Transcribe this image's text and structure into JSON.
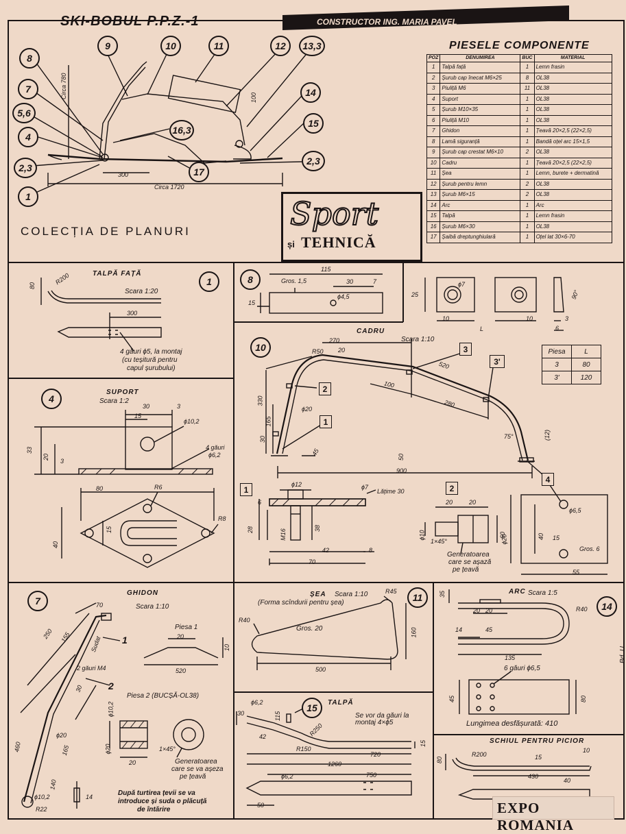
{
  "header": {
    "title": "SKI-BOBUL P.P.Z.-1",
    "constructor": "CONSTRUCTOR ING. MARIA PAVEL"
  },
  "overview": {
    "callouts": [
      "8",
      "9",
      "10",
      "11",
      "12",
      "13,3",
      "7",
      "5,6",
      "4",
      "2,3",
      "1",
      "16,3",
      "14",
      "15",
      "2,3",
      "17"
    ],
    "dims": {
      "height": "Circa 780",
      "len300": "300",
      "total": "Circa 1720",
      "d100": "100"
    },
    "collection": "COLECȚIA DE PLANURI"
  },
  "parts_table": {
    "title": "PIESELE COMPONENTE",
    "headers": [
      "POZ",
      "DENUMIREA",
      "BUC",
      "MATERIAL"
    ],
    "rows": [
      [
        "1",
        "Talpă față",
        "1",
        "Lemn frasin"
      ],
      [
        "2",
        "Șurub cap înecat M6×25",
        "8",
        "OL38"
      ],
      [
        "3",
        "Piuliță M6",
        "11",
        "OL38"
      ],
      [
        "4",
        "Suport",
        "1",
        "OL38"
      ],
      [
        "5",
        "Șurub M10×35",
        "1",
        "OL38"
      ],
      [
        "6",
        "Piuliță M10",
        "1",
        "OL38"
      ],
      [
        "7",
        "Ghidon",
        "1",
        "Țeavă 20×2,5 (22×2,5)"
      ],
      [
        "8",
        "Lamă siguranță",
        "1",
        "Bandă oțel arc 15×1,5"
      ],
      [
        "9",
        "Șurub cap crestat M6×10",
        "2",
        "OL38"
      ],
      [
        "10",
        "Cadru",
        "1",
        "Țeavă 20×2,5 (22×2,5)"
      ],
      [
        "11",
        "Șea",
        "1",
        "Lemn, burete + dermatină"
      ],
      [
        "12",
        "Șurub pentru lemn",
        "2",
        "OL38"
      ],
      [
        "13",
        "Șurub M6×15",
        "2",
        "OL38"
      ],
      [
        "14",
        "Arc",
        "1",
        "Arc"
      ],
      [
        "15",
        "Talpă",
        "1",
        "Lemn frasin"
      ],
      [
        "16",
        "Șurub M6×30",
        "1",
        "OL38"
      ],
      [
        "17",
        "Șaibă dreptunghiulară",
        "1",
        "Oțel lat 30×6-70"
      ]
    ]
  },
  "logo": {
    "sport": "Sport",
    "si": "și",
    "tehnica": "TEHNICĂ"
  },
  "panel_talpa_fata": {
    "num": "1",
    "title": "TALPĂ FAȚĂ",
    "scale": "Scara 1:20",
    "r": "R200",
    "h": "80",
    "len": "300",
    "note1": "4 găuri ϕ5, la montaj",
    "note2": "(cu teșitură pentru",
    "note3": "capul șurubului)"
  },
  "panel_lama": {
    "num": "8",
    "len": "115",
    "gros": "Gros. 1,5",
    "d30": "30",
    "d7": "7",
    "hole": "ϕ4,5",
    "h": "15"
  },
  "panel_saiba": {
    "d25": "25",
    "hole": "ϕ7",
    "d10a": "10",
    "L": "L",
    "d10b": "10",
    "d6": "6",
    "d3": "3",
    "ang": "90°"
  },
  "piesa_table": {
    "headers": [
      "Piesa",
      "L"
    ],
    "rows": [
      [
        "3",
        "80"
      ],
      [
        "3'",
        "120"
      ]
    ]
  },
  "panel_cadru": {
    "num": "10",
    "title": "CADRU",
    "scale": "Scara 1:10",
    "d270": "270",
    "r50": "R50",
    "d20": "20",
    "d520": "520",
    "d100": "100",
    "d280": "280",
    "d330": "330",
    "d165": "165",
    "phi20": "ϕ20",
    "d30": "30",
    "d50": "50",
    "d900": "900",
    "ang": "75°",
    "r": "(12)",
    "d45": "45",
    "tag3": "3",
    "tag3p": "3'",
    "tag2": "2",
    "tag1": "1",
    "tag4": "4"
  },
  "panel_suport": {
    "num": "4",
    "title": "SUPORT",
    "scale": "Scara 1:2",
    "d30": "30",
    "d15": "15",
    "d3": "3",
    "hole": "ϕ10,2",
    "holes": "4 găuri",
    "phi": "ϕ6,2",
    "d33": "33",
    "d20": "20",
    "d3b": "3",
    "d80": "80",
    "r6": "R6",
    "r8": "R8",
    "d15b": "15",
    "d40": "40"
  },
  "panel_bolt": {
    "tag": "1",
    "phi12": "ϕ12",
    "phi7": "ϕ7",
    "latime": "Lățime 30",
    "d6": "6",
    "m16": "M16",
    "d28": "28",
    "d38": "38",
    "d42": "42",
    "d70": "70",
    "d8": "8"
  },
  "panel_bucsa2": {
    "tag": "2",
    "d20a": "20",
    "d20b": "20",
    "phi10": "ϕ10",
    "phi20": "ϕ20",
    "ch": "1×45°",
    "note1": "Generatoarea",
    "note2": "care se așază",
    "note3": "pe țeavă"
  },
  "panel_placa4": {
    "tag": "4",
    "hole": "ϕ6,5",
    "d40": "40",
    "d15": "15",
    "gros": "Gros. 6",
    "d55": "55",
    "d60": "60"
  },
  "panel_ghidon": {
    "num": "7",
    "title": "GHIDON",
    "scale": "Scara 1:10",
    "d70": "70",
    "d250": "250",
    "d155": "155",
    "sudat": "Sudat",
    "holes": "2 găuri M4",
    "d30": "30",
    "d460": "460",
    "phi20": "ϕ20",
    "d165": "165",
    "d140": "140",
    "phi102": "ϕ10,2",
    "r22": "R22",
    "d14": "14",
    "tag1": "1",
    "tag2": "2",
    "piesa1": "Piesa 1",
    "p1_20": "20",
    "p1_10": "10",
    "p1_520": "520",
    "piesa2": "Piesa 2  (BUCȘĂ-OL38)",
    "phi102b": "ϕ10,2",
    "phi20b": "ϕ20",
    "ch": "1×45°",
    "p2_20": "20",
    "gen1": "Generatoarea",
    "gen2": "care se va așeza",
    "gen3": "pe țeavă",
    "note1": "După turtirea țevii se va",
    "note2": "introduce și suda o plăcuță",
    "note3": "de întărire"
  },
  "panel_sea": {
    "num": "11",
    "title": "ȘEA",
    "scale": "Scara 1:10",
    "sub": "(Forma scîndurii pentru șea)",
    "r40": "R40",
    "r45": "R45",
    "gros": "Gros. 20",
    "d160": "160",
    "d500": "500"
  },
  "panel_talpa": {
    "num": "15",
    "title": "TALPĂ",
    "phi62": "ϕ6,2",
    "d30": "30",
    "d115": "115",
    "d42": "42",
    "note": "Se vor da găuri la montaj 4×ϕ5",
    "r250": "R250",
    "r150": "R150",
    "d15": "15",
    "d720": "720",
    "d1260": "1260",
    "phi62b": "ϕ6,2",
    "d750": "750",
    "d50": "50"
  },
  "panel_arc": {
    "num": "14",
    "title": "ARC",
    "scale": "Scara 1:5",
    "d35": "35",
    "d20a": "20",
    "d20b": "20",
    "r40": "R40",
    "d14": "14",
    "d45": "45",
    "d135": "135",
    "holes": "6 găuri ϕ6,5",
    "d45b": "45",
    "d80": "80",
    "len": "Lungimea desfășurată: 410"
  },
  "panel_schiu": {
    "title": "SCHIUL PENTRU PICIOR",
    "r200": "R200",
    "d80": "80",
    "d15": "15",
    "d10": "10",
    "d430": "430",
    "d40": "40"
  },
  "watermark": "EXPO ROMANIA",
  "margin_text": "Bd. U"
}
